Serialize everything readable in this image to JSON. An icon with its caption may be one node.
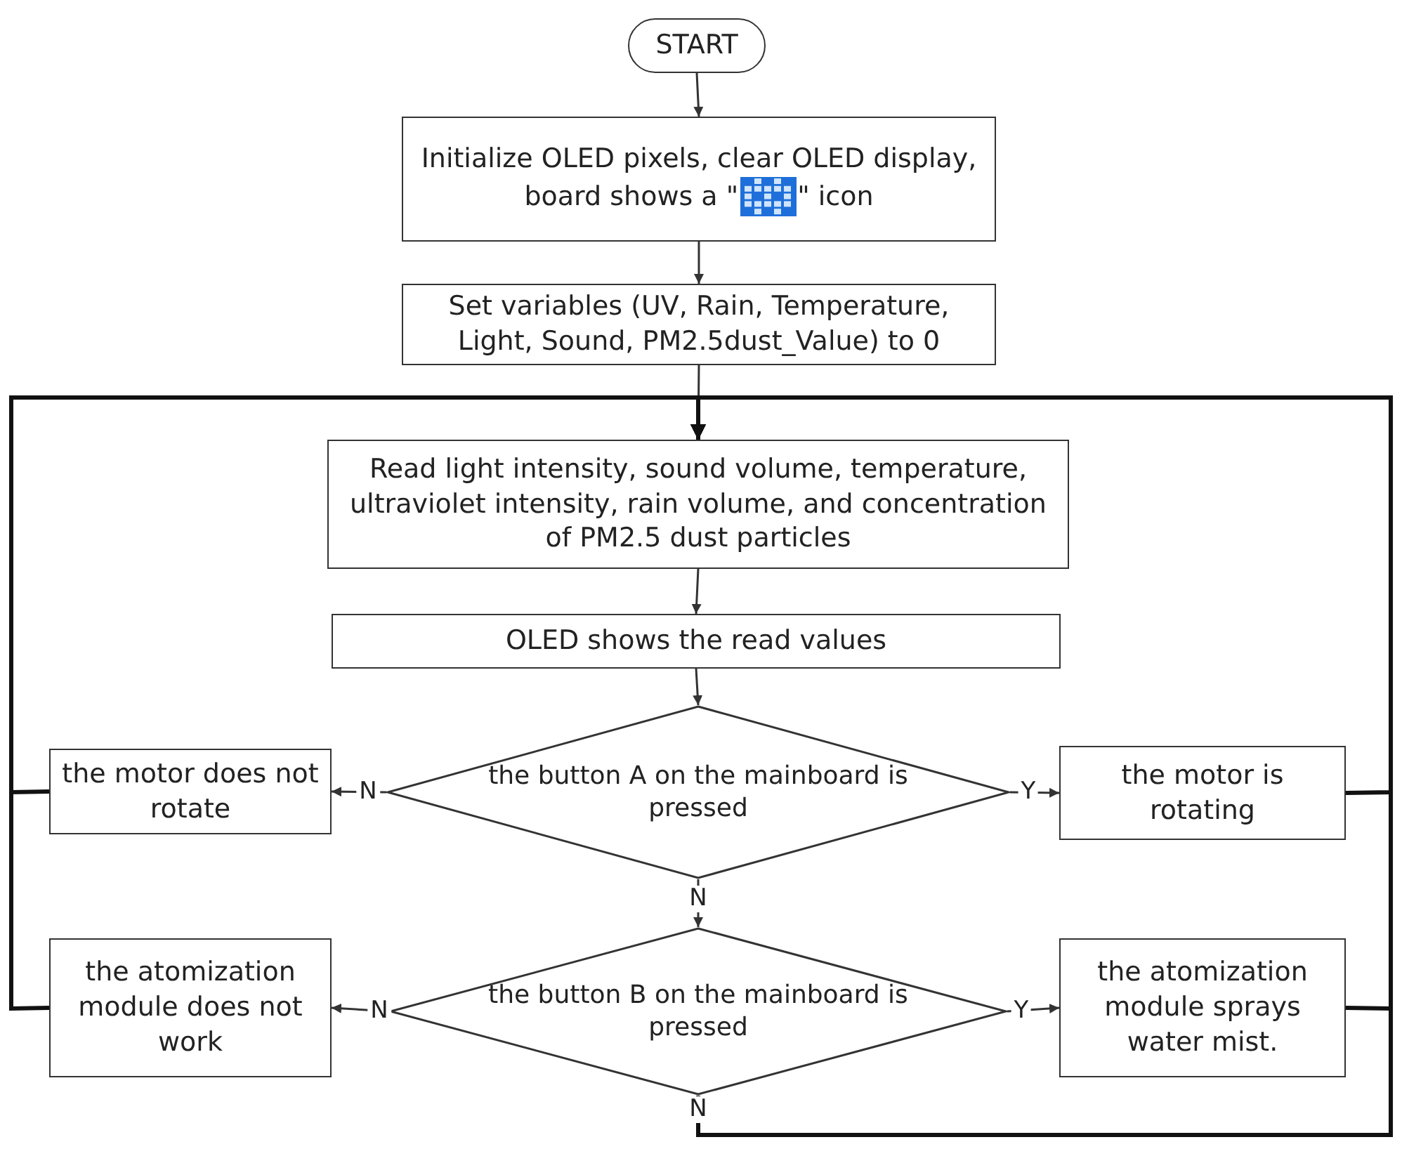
{
  "diagram": {
    "nodes": [
      {
        "text": [
          "START"
        ]
      },
      {
        "text": [
          "Initialize OLED pixels, clear OLED display,",
          "board shows a \"",
          "\" icon"
        ]
      },
      {
        "text": [
          "Set variables (UV, Rain, Temperature, Light, Sound, PM2.5dust_Value) to 0"
        ]
      },
      {
        "text": [
          "Read light intensity, sound volume, temperature, ultraviolet intensity, rain volume, and concentration of PM2.5 dust particles"
        ]
      },
      {
        "text": [
          "OLED shows the read values"
        ]
      },
      {
        "text": [
          "the button A on the mainboard is pressed"
        ]
      },
      {
        "text": [
          "the motor does not rotate"
        ]
      },
      {
        "text": [
          "the motor is rotating"
        ]
      },
      {
        "text": [
          "the button B on the mainboard is pressed"
        ]
      },
      {
        "text": [
          "the atomization module does not work"
        ]
      },
      {
        "text": [
          "the atomization module sprays water mist."
        ]
      }
    ],
    "edges": [
      {
        "from": 0,
        "to": 1,
        "arrow": "to"
      },
      {
        "from": 1,
        "to": 2,
        "arrow": "to"
      },
      {
        "from": 2,
        "to": 3,
        "arrow": "to"
      },
      {
        "from": 3,
        "to": 4,
        "arrow": "to"
      },
      {
        "from": 4,
        "to": 5,
        "arrow": "to"
      },
      {
        "from": 5,
        "to": 6,
        "label": "N",
        "arrow": "to"
      },
      {
        "from": 5,
        "to": 7,
        "label": "Y",
        "arrow": "to"
      },
      {
        "from": 5,
        "to": 8,
        "label": "N",
        "arrow": "to"
      },
      {
        "from": 8,
        "to": 9,
        "label": "N",
        "arrow": "to"
      },
      {
        "from": 8,
        "to": 10,
        "label": "Y",
        "arrow": "to"
      },
      {
        "from": 6,
        "to": 3,
        "arrow": "to",
        "style": "thick"
      },
      {
        "from": 9,
        "to": 3,
        "arrow": "to",
        "style": "thick"
      },
      {
        "from": 7,
        "to": 3,
        "arrow": "to",
        "style": "thick"
      },
      {
        "from": 10,
        "to": 3,
        "arrow": "to",
        "style": "thick"
      },
      {
        "from": 8,
        "to": 3,
        "label": "N",
        "arrow": "to",
        "style": "thick"
      }
    ]
  }
}
